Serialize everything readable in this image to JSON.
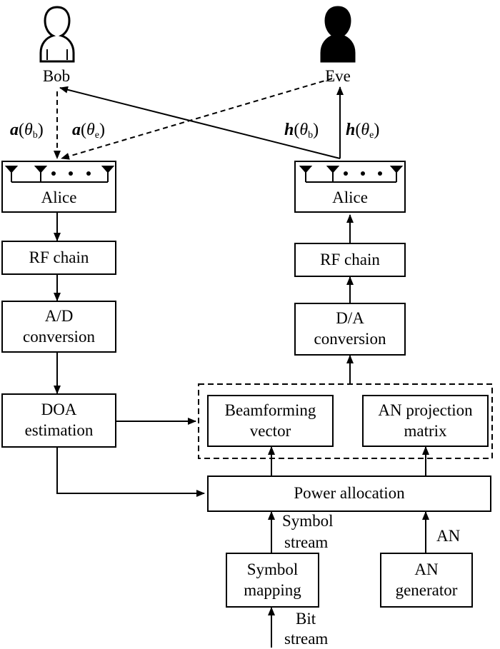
{
  "users": {
    "bob": {
      "label": "Bob"
    },
    "eve": {
      "label": "Eve"
    }
  },
  "channels": {
    "a_bob": {
      "vec": "a",
      "sym": "θ",
      "sub": "b"
    },
    "a_eve": {
      "vec": "a",
      "sym": "θ",
      "sub": "e"
    },
    "h_bob": {
      "vec": "h",
      "sym": "θ",
      "sub": "b"
    },
    "h_eve": {
      "vec": "h",
      "sym": "θ",
      "sub": "e"
    }
  },
  "left_chain": {
    "alice": "Alice",
    "rf_chain": "RF chain",
    "ad_line1": "A/D",
    "ad_line2": "conversion",
    "doa_line1": "DOA",
    "doa_line2": "estimation"
  },
  "right_chain": {
    "alice": "Alice",
    "rf_chain": "RF chain",
    "da_line1": "D/A",
    "da_line2": "conversion",
    "beam_line1": "Beamforming",
    "beam_line2": "vector",
    "anproj_line1": "AN projection",
    "anproj_line2": "matrix",
    "power": "Power allocation",
    "symmap_line1": "Symbol",
    "symmap_line2": "mapping",
    "angen_line1": "AN",
    "angen_line2": "generator"
  },
  "edge_labels": {
    "symbol_stream_1": "Symbol",
    "symbol_stream_2": "stream",
    "an": "AN",
    "bit_stream_1": "Bit",
    "bit_stream_2": "stream"
  },
  "colors": {
    "stroke": "#000000",
    "bob_fill": "#ffffff",
    "eve_fill": "#000000"
  },
  "icons": {
    "bob": "person-outline-icon",
    "eve": "person-filled-icon",
    "antenna": "antenna-icon"
  }
}
